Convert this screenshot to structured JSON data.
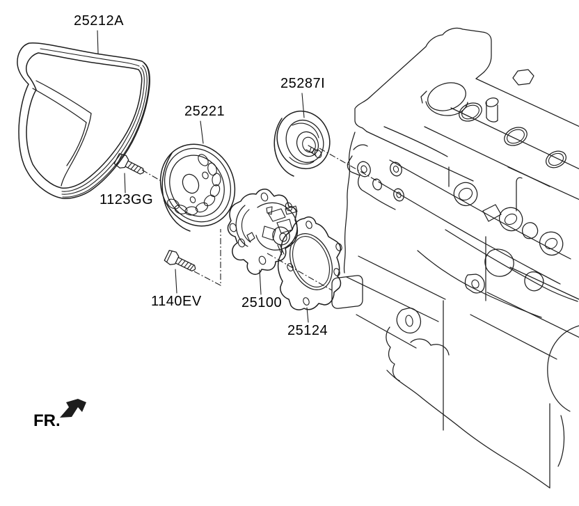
{
  "diagram": {
    "labels": {
      "belt": "25212A",
      "pulley": "25221",
      "idler": "25287I",
      "bolt_small": "1123GG",
      "bolt_long": "1140EV",
      "water_pump": "25100",
      "gasket": "25124"
    },
    "front_marker": "FR.",
    "colors": {
      "line": "#1d1d1d",
      "background": "#ffffff",
      "label_text": "#000000"
    }
  }
}
